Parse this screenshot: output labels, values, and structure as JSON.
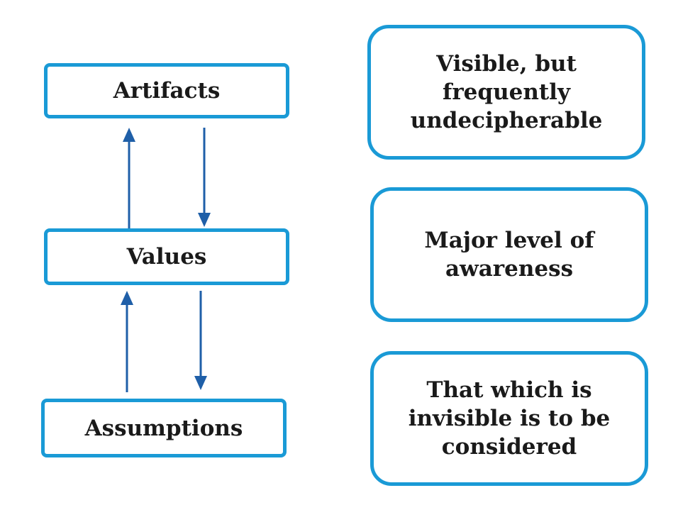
{
  "levels": {
    "artifacts": "Artifacts",
    "values": "Values",
    "assumptions": "Assumptions"
  },
  "descriptions": {
    "artifacts": "Visible, but frequently undecipherable",
    "values": "Major level of awareness",
    "assumptions": "That which is invisible is to be considered"
  },
  "colors": {
    "box_border": "#1a9ad6",
    "arrow": "#1f5fa8",
    "text": "#1a1a1a"
  }
}
